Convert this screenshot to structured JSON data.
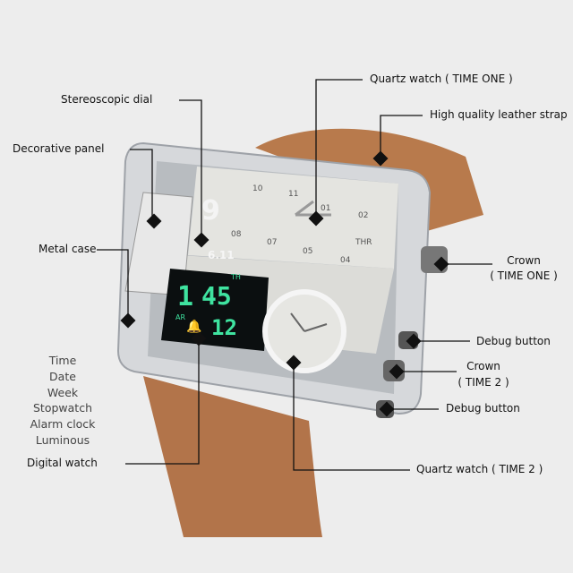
{
  "labels": {
    "quartz_one": "Quartz watch ( TIME ONE )",
    "stereoscopic_dial": "Stereoscopic dial",
    "leather_strap": "High quality leather strap",
    "decorative_panel": "Decorative panel",
    "metal_case": "Metal case",
    "crown_one_title": "Crown",
    "crown_one_sub": "( TIME ONE )",
    "debug_button_1": "Debug button",
    "crown_two_title": "Crown",
    "crown_two_sub": "( TIME 2 )",
    "debug_button_2": "Debug button",
    "quartz_two": "Quartz watch ( TIME 2 )",
    "digital_watch": "Digital watch"
  },
  "features": [
    "Time",
    "Date",
    "Week",
    "Stopwatch",
    "Alarm clock",
    "Luminous"
  ],
  "watch": {
    "digital_day": "TH",
    "digital_hour": "1",
    "digital_minute": "45",
    "digital_seconds": "12",
    "digital_ampm": "AR",
    "date_display": "6.11",
    "dial_numbers": [
      "10",
      "11",
      "01",
      "02",
      "08",
      "07",
      "05",
      "04"
    ],
    "dial_big_number": "9",
    "dial_day": "THR",
    "lcd_color": "#3fe3a0",
    "strap_color": "#b87a4c"
  }
}
